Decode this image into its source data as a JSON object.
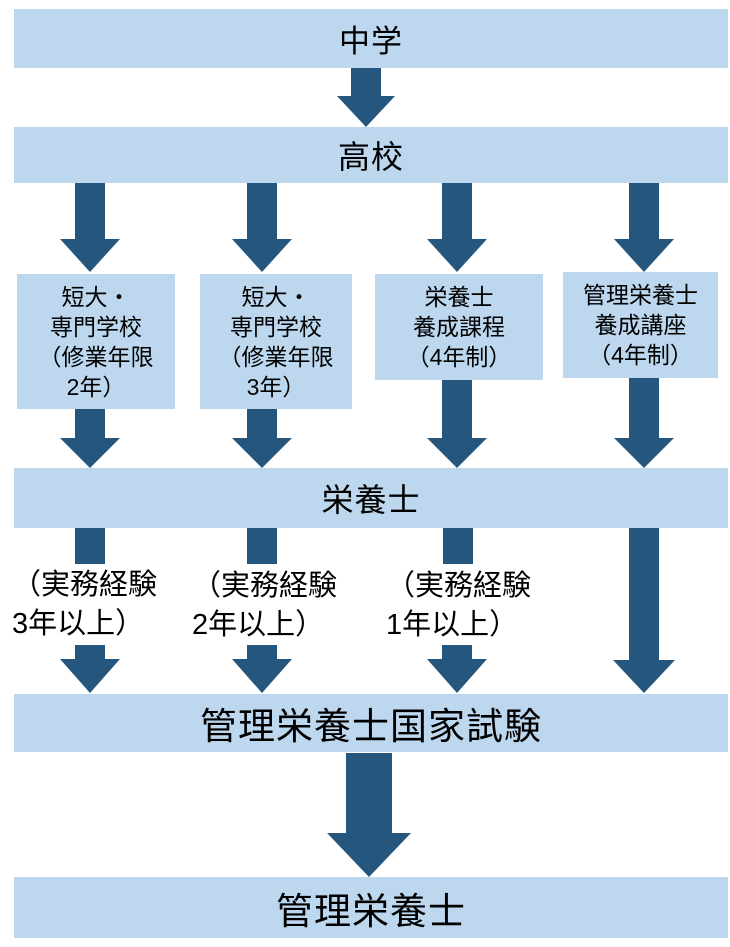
{
  "colors": {
    "node_fill": "#BDD7EE",
    "arrow": "#25567E",
    "text": "#000000",
    "background": "#FFFFFF"
  },
  "banners": {
    "junior_high": "中学",
    "high_school": "高校",
    "dietitian": "栄養士",
    "national_exam": "管理栄養士国家試験",
    "registered_dietitian": "管理栄養士"
  },
  "boxes": [
    {
      "lines": [
        "短大・",
        "専門学校",
        "（修業年限",
        "2年）"
      ]
    },
    {
      "lines": [
        "短大・",
        "専門学校",
        "（修業年限",
        "3年）"
      ]
    },
    {
      "lines": [
        "栄養士",
        "養成課程",
        "（4年制）"
      ]
    },
    {
      "lines": [
        "管理栄養士",
        "養成講座",
        "（4年制）"
      ]
    }
  ],
  "experience_notes": [
    {
      "lines": [
        "（実務経験",
        "3年以上）"
      ]
    },
    {
      "lines": [
        "（実務経験",
        "2年以上）"
      ]
    },
    {
      "lines": [
        "（実務経験",
        "1年以上）"
      ]
    }
  ],
  "icons": {
    "down_arrow": "solid down-pointing arrow shape"
  }
}
